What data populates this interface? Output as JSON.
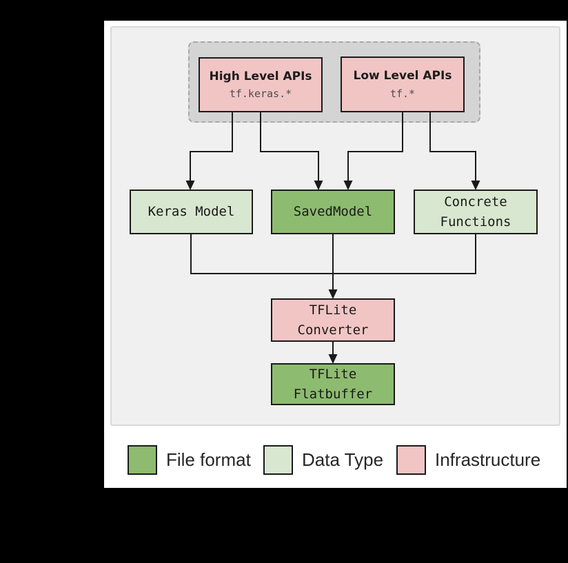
{
  "nodes": {
    "high_level_apis": {
      "title": "High Level APIs",
      "subtitle": "tf.keras.*"
    },
    "low_level_apis": {
      "title": "Low Level APIs",
      "subtitle": "tf.*"
    },
    "keras_model": {
      "label": "Keras Model"
    },
    "saved_model": {
      "label": "SavedModel"
    },
    "concrete_functions": {
      "label": "Concrete Functions"
    },
    "tflite_converter": {
      "label": "TFLite Converter"
    },
    "tflite_flatbuffer": {
      "label": "TFLite Flatbuffer"
    }
  },
  "legend": {
    "items": [
      {
        "label": "File format",
        "color": "#8dbb6f"
      },
      {
        "label": "Data Type",
        "color": "#d8e7cf"
      },
      {
        "label": "Infrastructure",
        "color": "#f2c5c5"
      }
    ]
  },
  "colors": {
    "file_format": "#8dbb6f",
    "data_type": "#d8e7cf",
    "infrastructure": "#f2c5c5",
    "line": "#1a1a1a"
  }
}
